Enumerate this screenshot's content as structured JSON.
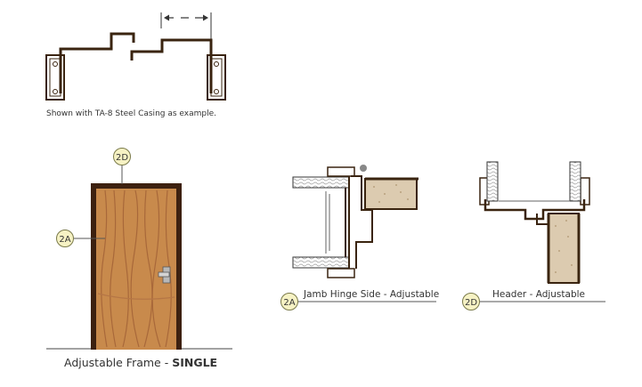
{
  "note": "Shown with TA-8 Steel Casing as example.",
  "callouts": {
    "c2d": "2D",
    "c2a": "2A",
    "c2a_hinge": "2A",
    "c2d_header": "2D"
  },
  "captions": {
    "hinge": "Jamb Hinge Side - Adjustable",
    "header": "Header - Adjustable",
    "main_prefix": "Adjustable Frame - ",
    "main_bold": "SINGLE"
  },
  "colors": {
    "frame": "#4a2a10",
    "wood_light": "#c88a4c",
    "wood_dark": "#a8683a",
    "wall": "#dccbb0",
    "callout_fill": "#f6f2c4",
    "callout_stroke": "#7a7a4a"
  }
}
